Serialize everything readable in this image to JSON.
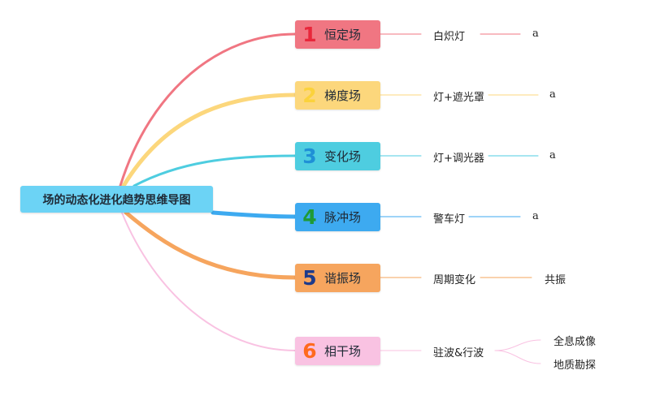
{
  "root": {
    "label": "场的动态化进化趋势思维导图"
  },
  "branches": [
    {
      "num": "1",
      "label": "恒定场",
      "color": "#f07682",
      "num_color": "#e8273b",
      "sub": "白炽灯",
      "leaves": [
        "a"
      ]
    },
    {
      "num": "2",
      "label": "梯度场",
      "color": "#fcd77c",
      "num_color": "#fbd23c",
      "sub": "灯+遮光罩",
      "leaves": [
        "a"
      ]
    },
    {
      "num": "3",
      "label": "变化场",
      "color": "#4ecde0",
      "num_color": "#1f90d6",
      "sub": "灯+调光器",
      "leaves": [
        "a"
      ]
    },
    {
      "num": "4",
      "label": "脉冲场",
      "color": "#3daaf0",
      "num_color": "#1f9a35",
      "sub": "警车灯",
      "leaves": [
        "a"
      ]
    },
    {
      "num": "5",
      "label": "谐振场",
      "color": "#f6a55e",
      "num_color": "#1b3a8c",
      "sub": "周期变化",
      "leaves": [
        "共振"
      ]
    },
    {
      "num": "6",
      "label": "相干场",
      "color": "#f9c2e2",
      "num_color": "#ff6a1f",
      "sub": "驻波&行波",
      "leaves": [
        "全息成像",
        "地质勘探"
      ]
    }
  ]
}
